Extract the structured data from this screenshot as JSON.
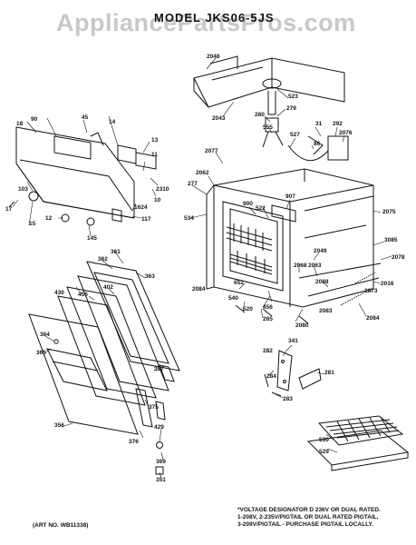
{
  "watermark": "AppliancePartsPros.com",
  "model_title": "MODEL JKS06-5JS",
  "art_number": "(ART NO. WB11338)",
  "footnote": [
    "*VOLTAGE DESIGNATOR D 236V OR DUAL RATED.",
    "1-208V, 2-235V/PIGTAIL OR DUAL RATED PIGTAIL,",
    "3-209V/PIGTAIL - PURCHASE PIGTAIL LOCALLY."
  ],
  "part_labels": {
    "p2048": "2048",
    "p2043": "2043",
    "p523": "523",
    "p279": "279",
    "p280": "280",
    "p31": "31",
    "p292": "292",
    "p2076": "2076",
    "p555": "555",
    "p527": "527",
    "p86": "86",
    "p2077": "2077",
    "p2062": "2062",
    "p277": "277",
    "p534": "534",
    "p900": "900",
    "p522": "522",
    "p907": "907",
    "p2075": "2075",
    "p3085": "3085",
    "p2078": "2078",
    "p2049": "2049",
    "p2068": "2068",
    "p2063": "2063",
    "p2016": "2016",
    "p2073": "2073",
    "p2088": "2088",
    "p2084": "2084",
    "p2083": "2083",
    "p2080": "2080",
    "p265": "265",
    "p456b": "456",
    "p520": "520",
    "p540": "540",
    "p652": "652",
    "p2084b": "2084",
    "p18": "18",
    "p90": "90",
    "p45": "45",
    "p14": "14",
    "p13": "13",
    "p10": "10",
    "p11": "11",
    "p2310": "2310",
    "p1624": "1624",
    "p117": "117",
    "p17": "17",
    "p103": "103",
    "p15": "15",
    "p12": "12",
    "p145": "145",
    "p361": "361",
    "p362": "362",
    "p363": "363",
    "p402": "402",
    "p430": "430",
    "p456": "456",
    "p364": "364",
    "p365": "365",
    "p357": "357",
    "p375": "375",
    "p356": "356",
    "p376": "376",
    "p429": "429",
    "p369": "369",
    "p351": "351",
    "p282": "282",
    "p341": "341",
    "p281": "281",
    "p284": "284",
    "p283": "283",
    "p530": "530",
    "p529": "529"
  }
}
